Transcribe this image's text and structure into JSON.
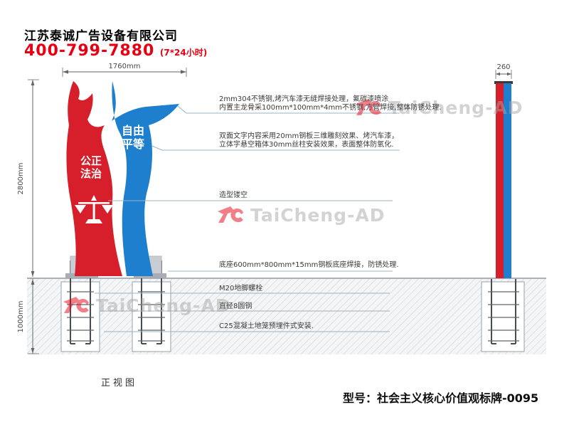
{
  "header": {
    "company": "江苏泰诚广告设备有限公司",
    "phone": "400-799-7880",
    "hours": "(7*24小时)"
  },
  "dimensions": {
    "width": "1760mm",
    "height_upper": "2800mm",
    "height_lower": "1000mm",
    "side_width": "260"
  },
  "sign": {
    "slogan_blue": [
      "自由",
      "平等"
    ],
    "slogan_red": [
      "公正",
      "法治"
    ]
  },
  "annotations": [
    {
      "text1": "2mm304不锈钢,烤汽车漆无缝焊接处理，氟碳漆喷涂",
      "text2": "内置主龙骨采100mm*100mm*4mm不锈钢,方管焊接,整体防锈处理."
    },
    {
      "text1": "双面文字内容采用20mm钢板三维雕刻效果、烤汽车漆，",
      "text2": "立体字悬空箱体30mm丝柱安装效果，表面整体防氧化."
    },
    {
      "text1": "造型镂空"
    },
    {
      "text1": "底座600mm*800mm*15mm钢板底座焊接，防锈处理."
    },
    {
      "text1": "M20地脚螺栓"
    },
    {
      "text1": "直径8圆钢"
    },
    {
      "text1": "C25混凝土地笼预埋件式安装."
    }
  ],
  "footer": {
    "view_label": "正视图",
    "model": "型号：社会主义核心价值观标牌-0095"
  },
  "watermark": {
    "text": "TaiCheng-AD"
  },
  "colors": {
    "sculpture_red": "#d71e2b",
    "sculpture_blue": "#1d7fcd",
    "brand_red": "#e60012",
    "watermark_gray": "#a8a8a8"
  }
}
